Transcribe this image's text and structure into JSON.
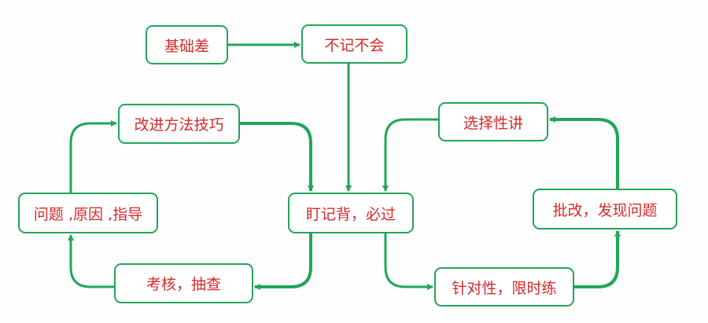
{
  "colors": {
    "border": "#22a659",
    "text": "#d42a2a"
  },
  "nodes": {
    "jichucha": "基础差",
    "bujibuhui": "不记不会",
    "gaijin": "改进方法技巧",
    "xuanze": "选择性讲",
    "wenti": "问题 ,原因 ,指导",
    "dingji": "盯记背，必过",
    "pigai": "批改，发现问题",
    "kaohe": "考核，抽查",
    "zhendui": "针对性，限时练"
  }
}
